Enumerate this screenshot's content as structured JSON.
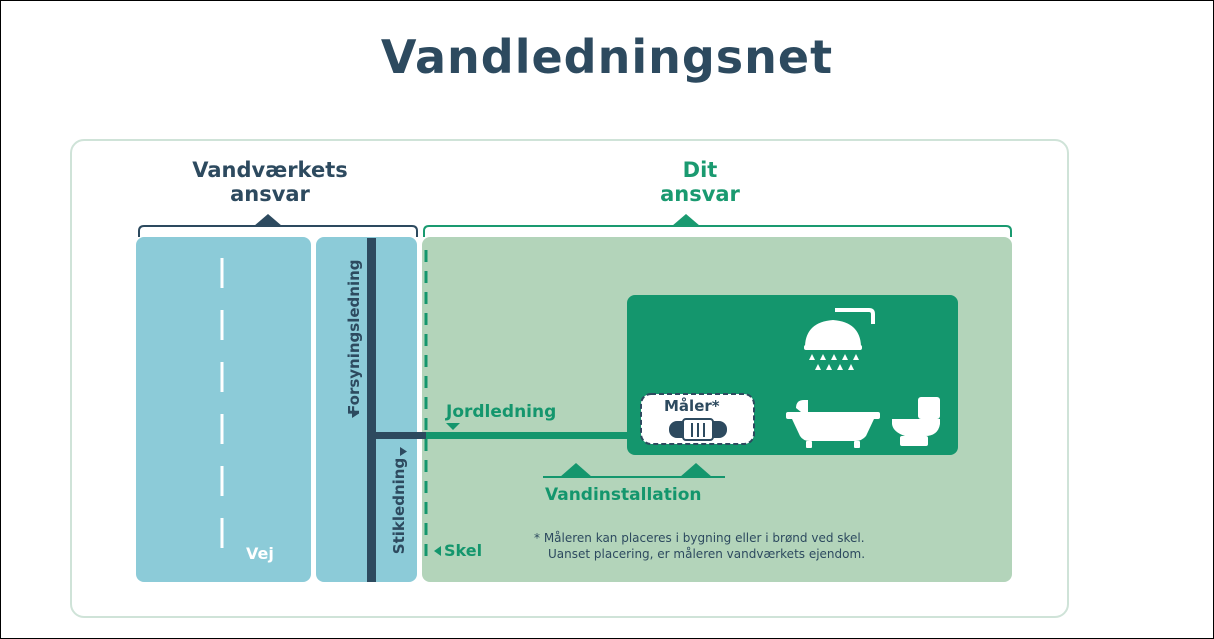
{
  "title": "Vandledningsnet",
  "responsibility": {
    "left": {
      "line1": "Vandværkets",
      "line2": "ansvar"
    },
    "right": {
      "line1": "Dit",
      "line2": "ansvar"
    }
  },
  "labels": {
    "road": "Vej",
    "supply_pipe": "Forsyningsledning",
    "service_pipe": "Stikledning",
    "boundary": "Skel",
    "ground_pipe": "Jordledning",
    "installation": "Vandinstallation",
    "meter": "Måler*"
  },
  "footnote": {
    "line1": "* Måleren kan placeres i bygning eller i brønd ved skel.",
    "line2": "Uanset placering, er måleren vandværkets ejendom."
  },
  "colors": {
    "dark": "#2d4a5f",
    "green": "#14966d",
    "light_green": "#b3d4ba",
    "blue": "#8ccbd8"
  },
  "icons": [
    "shower-icon",
    "water-meter-icon",
    "bathtub-icon",
    "toilet-icon"
  ]
}
